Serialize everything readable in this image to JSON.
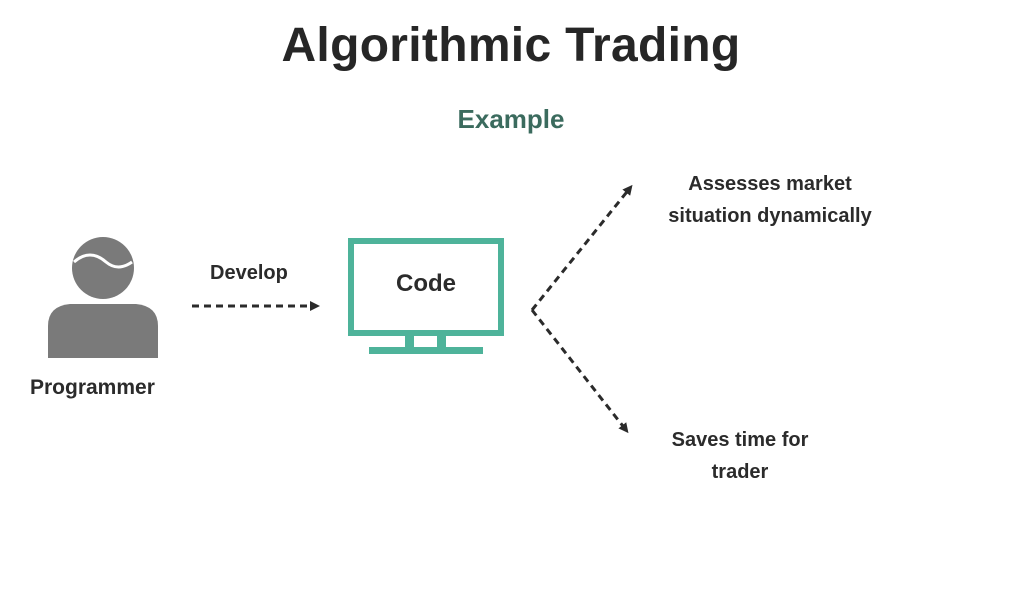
{
  "title": "Algorithmic Trading",
  "subtitle": "Example",
  "nodes": {
    "programmer": "Programmer",
    "develop": "Develop",
    "code": "Code",
    "assess_line1": "Assesses market",
    "assess_line2": "situation dynamically",
    "saves_line1": "Saves time for",
    "saves_line2": "trader"
  },
  "icons": {
    "person": "user-icon",
    "computer": "monitor-icon"
  },
  "colors": {
    "accent": "#4eb39a",
    "subtitle": "#3b6b5e",
    "person": "#7a7a7a",
    "text": "#262626"
  }
}
